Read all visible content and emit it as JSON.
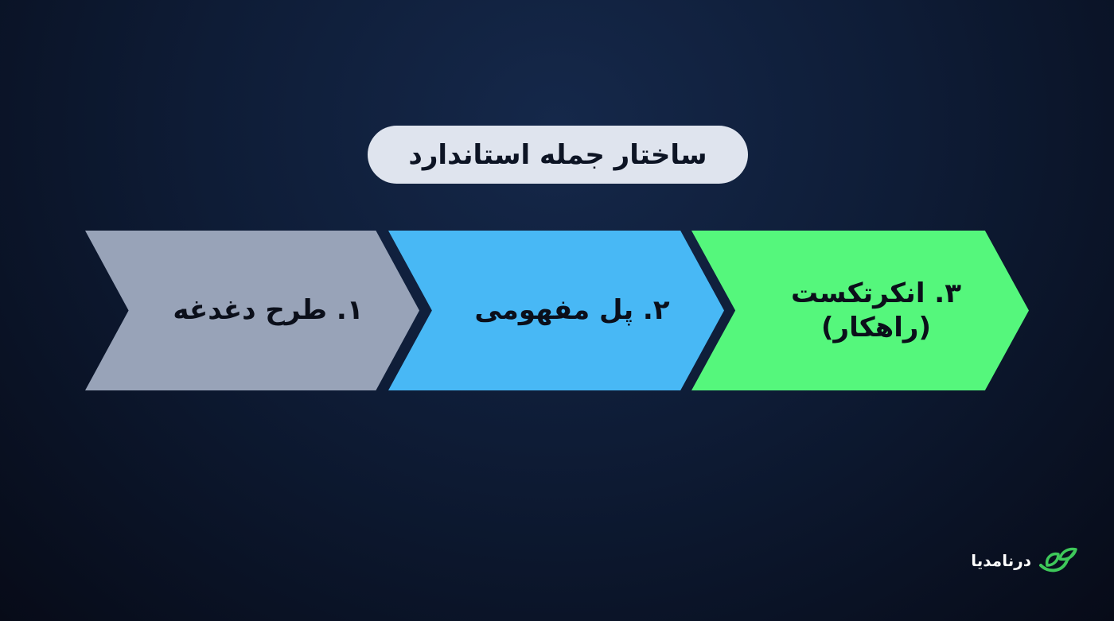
{
  "title": "ساختار جمله استاندارد",
  "steps": [
    {
      "label": "۱. طرح دغدغه",
      "sublabel": ""
    },
    {
      "label": "۲. پل مفهومی",
      "sublabel": ""
    },
    {
      "label": "۳. انکرتکست",
      "sublabel": "(راهکار)"
    }
  ],
  "colors": {
    "step1": "#98a3b8",
    "step2": "#48b8f5",
    "step3": "#55f77c",
    "logo_accent": "#3ec85a"
  },
  "logo": {
    "text": "درنامدیا",
    "icon": "leaf-icon"
  }
}
